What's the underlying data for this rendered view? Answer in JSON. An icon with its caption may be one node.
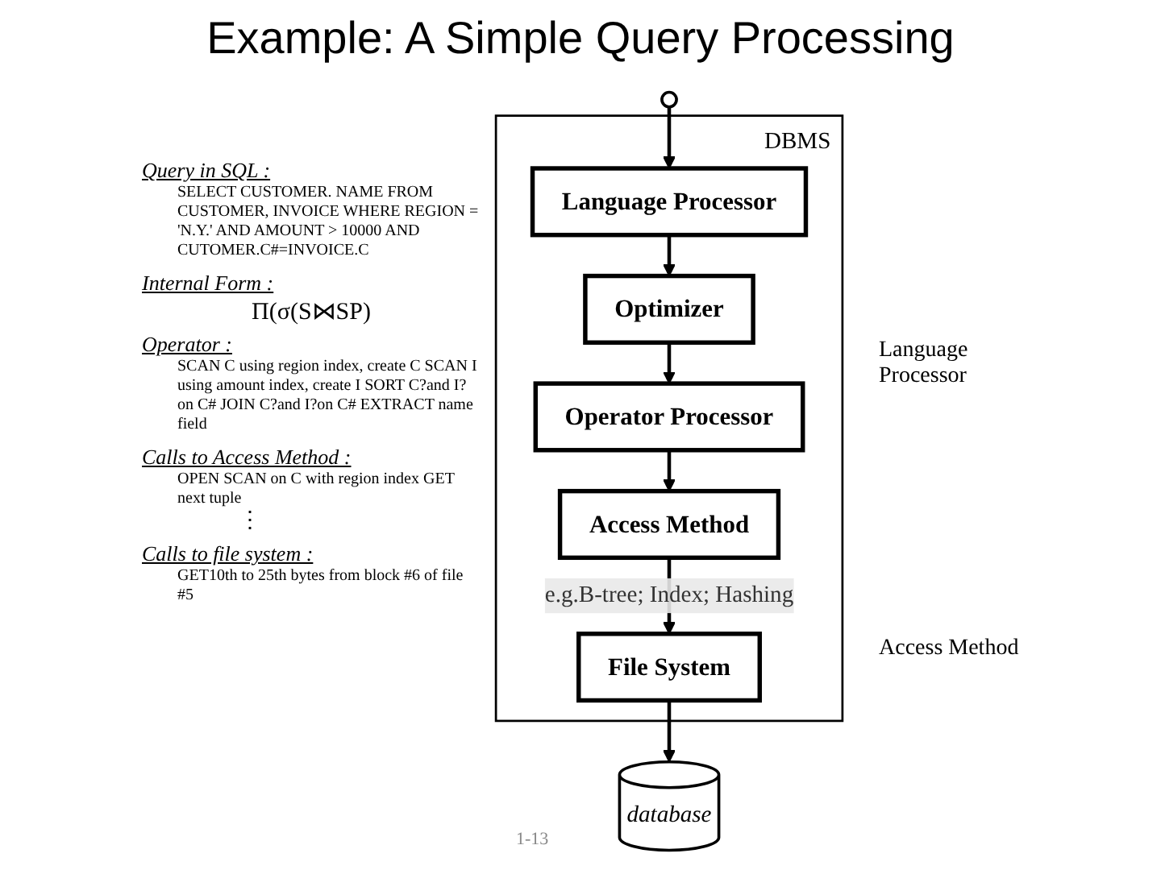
{
  "diagram": {
    "title": "Example: A Simple Query Processing",
    "nodes": [
      {
        "text": [],
        "shape": "person"
      },
      {
        "text": [
          "DBMS"
        ]
      },
      {
        "text": [
          "Language Processor"
        ],
        "in": 1
      },
      {
        "text": [
          "Optimizer"
        ],
        "in": 1
      },
      {
        "text": [
          "Operator Processor"
        ],
        "in": 1
      },
      {
        "text": [
          "Access Method"
        ],
        "in": 1
      },
      {
        "text": [
          "File System"
        ],
        "in": 1
      },
      {
        "text": [
          "database"
        ]
      }
    ],
    "edges": [
      {
        "from": 0,
        "to": 2,
        "arrow": "to"
      },
      {
        "from": 2,
        "to": 3,
        "arrow": "to"
      },
      {
        "from": 3,
        "to": 4,
        "arrow": "to"
      },
      {
        "from": 4,
        "to": 5,
        "arrow": "to"
      },
      {
        "from": 5,
        "to": 6,
        "arrow": "to",
        "label": "e.g.B-tree; Index; Hashing"
      },
      {
        "from": 6,
        "to": 7,
        "arrow": "to"
      }
    ],
    "labels": [
      "Query in SQL :",
      "SELECT CUSTOMER. NAME FROM CUSTOMER, INVOICE WHERE REGION = 'N.Y.' AND AMOUNT > 10000 AND CUTOMER.C#=INVOICE.C",
      "Internal Form :",
      "Π(σ(S⋈SP)",
      "Operator :",
      "SCAN C using region index, create C SCAN I using amount index, create I SORT C?and I?on C# JOIN C?and I?on C# EXTRACT name field",
      "Calls to Access Method :",
      "OPEN SCAN on C with region index GET next tuple",
      "⋮",
      "Calls to file system :",
      "GET10th to 25th bytes from block #6 of file #5",
      "Language Processor",
      "Access Method",
      "1-13"
    ]
  }
}
